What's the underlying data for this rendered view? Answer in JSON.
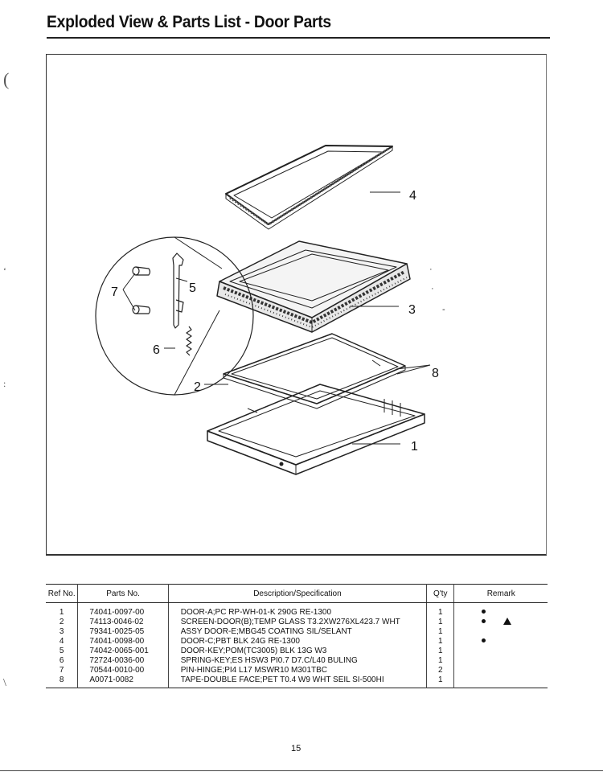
{
  "page": {
    "title": "Exploded View & Parts List - Door Parts",
    "page_number": "15"
  },
  "diagram": {
    "callouts": [
      "1",
      "2",
      "3",
      "4",
      "5",
      "6",
      "7",
      "8"
    ]
  },
  "parts_table": {
    "headers": {
      "ref": "Ref No.",
      "part": "Parts No.",
      "desc": "Description/Specification",
      "qty": "Q'ty",
      "remark": "Remark"
    },
    "rows": [
      {
        "ref": "1",
        "part": "74041-0097-00",
        "desc": "DOOR-A;PC RP-WH-01-K 290G RE-1300",
        "qty": "1",
        "dot": true,
        "warning": false
      },
      {
        "ref": "2",
        "part": "74113-0046-02",
        "desc": "SCREEN-DOOR(B);TEMP GLASS T3.2XW276XL423.7 WHT",
        "qty": "1",
        "dot": true,
        "warning": true
      },
      {
        "ref": "3",
        "part": "79341-0025-05",
        "desc": "ASSY DOOR-E;MBG45 COATING SIL/SELANT",
        "qty": "1",
        "dot": false,
        "warning": false
      },
      {
        "ref": "4",
        "part": "74041-0098-00",
        "desc": "DOOR-C;PBT BLK 24G RE-1300",
        "qty": "1",
        "dot": true,
        "warning": false
      },
      {
        "ref": "5",
        "part": "74042-0065-001",
        "desc": "DOOR-KEY;POM(TC3005) BLK 13G W3",
        "qty": "1",
        "dot": false,
        "warning": false
      },
      {
        "ref": "6",
        "part": "72724-0036-00",
        "desc": "SPRING-KEY;ES HSW3 PI0.7 D7.C/L40 BULING",
        "qty": "1",
        "dot": false,
        "warning": false
      },
      {
        "ref": "7",
        "part": "70544-0010-00",
        "desc": "PIN-HINGE;PI4 L17 MSWR10 M301TBC",
        "qty": "2",
        "dot": false,
        "warning": false
      },
      {
        "ref": "8",
        "part": "A0071-0082",
        "desc": "TAPE-DOUBLE FACE;PET T0.4 W9 WHT SEIL SI-500HI",
        "qty": "1",
        "dot": false,
        "warning": false
      }
    ]
  }
}
